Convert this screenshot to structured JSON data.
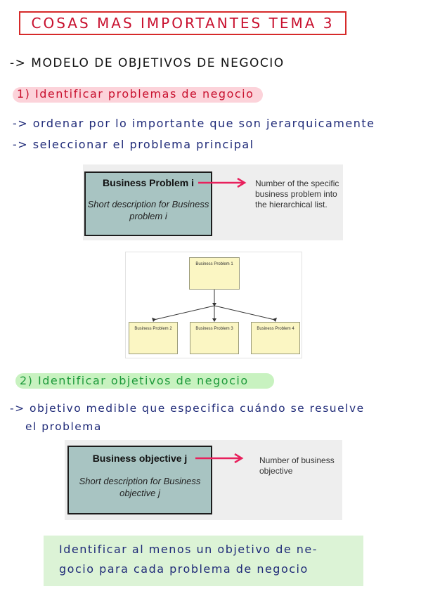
{
  "title": "COSAS MAS IMPORTANTES TEMA 3",
  "section_heading": "-> MODELO DE OBJETIVOS DE NEGOCIO",
  "step1": {
    "heading": "1) Identificar problemas de negocio",
    "bullets": [
      "-> ordenar por lo importante que son jerarquicamente",
      "-> seleccionar el problema principal"
    ]
  },
  "problem_card": {
    "title": "Business Problem i",
    "description_line1": "Short description for Business",
    "description_line2": "problem i",
    "note_line1": "Number of the specific",
    "note_line2": "business problem into",
    "note_line3": "the hierarchical list."
  },
  "hierarchy": {
    "root": "Business Problem 1",
    "children": [
      "Business Problem 2",
      "Business Problem 3",
      "Business Problem 4"
    ]
  },
  "step2": {
    "heading": "2) Identificar objetivos de negocio",
    "bullet_line1": "-> objetivo medible que especifica cuándo se resuelve",
    "bullet_line2": "el problema"
  },
  "objective_card": {
    "title": "Business objective j",
    "description_line1": "Short description for Business",
    "description_line2": "objective j",
    "note_line1": "Number of business",
    "note_line2": "objective"
  },
  "summary_note": {
    "line1": "Identificar al menos un objetivo de ne-",
    "line2": "gocio para cada problema de negocio"
  },
  "colors": {
    "title_red": "#c8102e",
    "ink_navy": "#1f2a78",
    "arrow_pink": "#e8205c",
    "highlight_pink": "#fcd3da",
    "highlight_green": "#c8f2c0",
    "card_teal": "#a8c4c2",
    "node_yellow": "#fbf6c3",
    "note_green": "#dcf3d6"
  }
}
